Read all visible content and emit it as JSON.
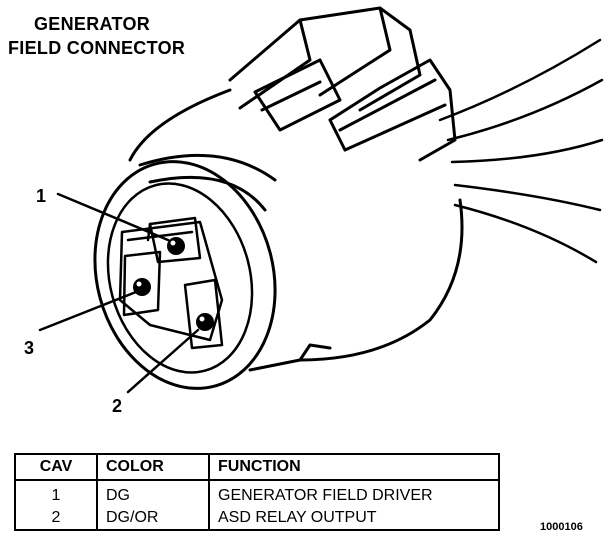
{
  "title": {
    "line1": "GENERATOR",
    "line2": "FIELD CONNECTOR"
  },
  "callouts": {
    "c1": "1",
    "c2": "2",
    "c3": "3"
  },
  "table": {
    "headers": {
      "cav": "CAV",
      "color": "COLOR",
      "function": "FUNCTION"
    },
    "rows": [
      {
        "cav": "1",
        "color": "DG",
        "function": "GENERATOR FIELD DRIVER"
      },
      {
        "cav": "2",
        "color": "DG/OR",
        "function": "ASD RELAY OUTPUT"
      }
    ]
  },
  "figure_number": "1000106"
}
